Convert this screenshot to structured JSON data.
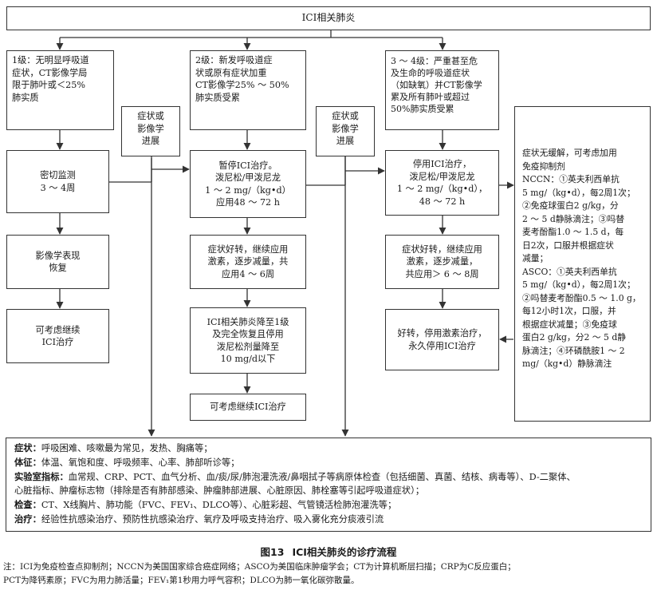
{
  "title": "ICI相关肺炎",
  "columns": [
    {
      "grade": [
        "1级：无明显呼吸道",
        "症状，CT影像学局",
        "限于肺叶或＜25%",
        "肺实质"
      ],
      "steps": [
        [
          "密切监测",
          "3 ～ 4周"
        ],
        [
          "影像学表现",
          "恢复"
        ],
        [
          "可考虑继续",
          "ICI治疗"
        ]
      ]
    },
    {
      "grade": [
        "2级：新发呼吸道症",
        "状或原有症状加重",
        "CT影像学25% ～ 50%",
        "肺实质受累"
      ],
      "steps": [
        [
          "暂停ICI治疗。",
          "泼尼松/甲泼尼龙",
          "1 ～ 2 mg/（kg•d）",
          "应用48 ～ 72 h"
        ],
        [
          "症状好转，继续应用",
          "激素，逐步减量，共",
          "应用4 ～ 6周"
        ],
        [
          "ICI相关肺炎降至1级",
          "及完全恢复且停用",
          "泼尼松剂量降至",
          "10 mg/d以下"
        ],
        [
          "可考虑继续ICI治疗"
        ]
      ]
    },
    {
      "grade": [
        "3 ～ 4级：严重甚至危",
        "及生命的呼吸道症状",
        "（如缺氧）并CT影像学",
        "累及所有肺叶或超过",
        "50%肺实质受累"
      ],
      "steps": [
        [
          "停用ICI治疗，",
          "泼尼松/甲泼尼龙",
          "1 ～ 2 mg/（kg•d），",
          "48 ～ 72 h"
        ],
        [
          "症状好转，继续应用",
          "激素，逐步减量，",
          "共应用＞ 6 ～ 8周"
        ],
        [
          "好转，停用激素治疗，",
          "永久停用ICI治疗"
        ]
      ]
    }
  ],
  "progression_label": [
    "症状或",
    "影像学",
    "进展"
  ],
  "immuno_box": [
    "症状无缓解，可考虑加用",
    "免疫抑制剂",
    "NCCN：①英夫利西单抗",
    "5 mg/（kg•d），每2周1次；",
    "②免疫球蛋白2 g/kg，分",
    "2 ～ 5 d静脉滴注；③吗替",
    "麦考酚酯1.0 ～ 1.5 d，每",
    "日2次，口服并根据症状",
    "减量；",
    "ASCO：①英夫利西单抗",
    "5 mg/（kg•d），每2周1次；",
    "②吗替麦考酚酯0.5 ～ 1.0 g，",
    "每12小时1次，口服，并",
    "根据症状减量；③免疫球",
    "蛋白2 g/kg，分2 ～ 5 d静",
    "脉滴注；④环磷酰胺1 ～ 2",
    "mg/（kg•d）静脉滴注"
  ],
  "assessment": [
    {
      "label": "症状：",
      "text": "呼吸困难、咳嗽最为常见，发热、胸痛等；"
    },
    {
      "label": "体征：",
      "text": "体温、氧饱和度、呼吸频率、心率、肺部听诊等；"
    },
    {
      "label": "实验室指标：",
      "text": "血常规、CRP、PCT、血气分析、血/痰/尿/肺泡灌洗液/鼻咽拭子等病原体检查（包括细菌、真菌、结核、病毒等）、D-二聚体、"
    },
    {
      "label": "",
      "text": "心脏指标、肿瘤标志物（排除是否有肺部感染、肿瘤肺部进展、心脏原因、肺栓塞等引起呼吸道症状）；"
    },
    {
      "label": "检查：",
      "text": "CT、X线胸片、肺功能（FVC、FEV₁、DLCO等）、心脏彩超、气管镜活检肺泡灌洗等；"
    },
    {
      "label": "治疗：",
      "text": "经验性抗感染治疗、预防性抗感染治疗、氧疗及呼吸支持治疗、吸入雾化充分痰液引流"
    }
  ],
  "caption": {
    "number": "图13",
    "title": "ICI相关肺炎的诊疗流程"
  },
  "notes": [
    "注：ICI为免疫检查点抑制剂；NCCN为美国国家综合癌症网络；ASCO为美国临床肿瘤学会；CT为计算机断层扫描；CRP为C反应蛋白；",
    "PCT为降钙素原；FVC为用力肺活量；FEV₁第1秒用力呼气容积；DLCO为肺一氧化碳弥散量。"
  ]
}
